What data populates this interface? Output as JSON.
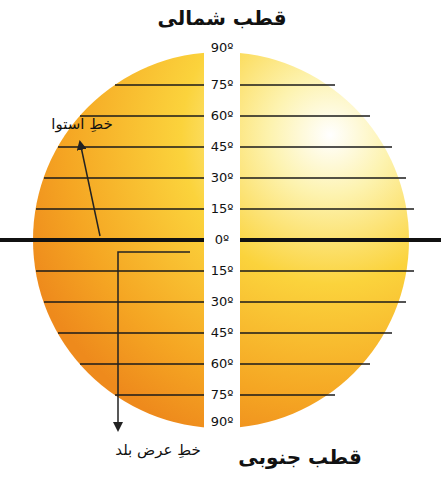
{
  "diagram": {
    "labels": [
      "قطب شمالی",
      "90º",
      "75º",
      "60º",
      "45º",
      "30º",
      "15º",
      "0º",
      "15º",
      "30º",
      "45º",
      "60º",
      "75º",
      "90º",
      "قطب جنوبی",
      "خطِ استوا",
      "خطِ عرض بلد"
    ]
  }
}
